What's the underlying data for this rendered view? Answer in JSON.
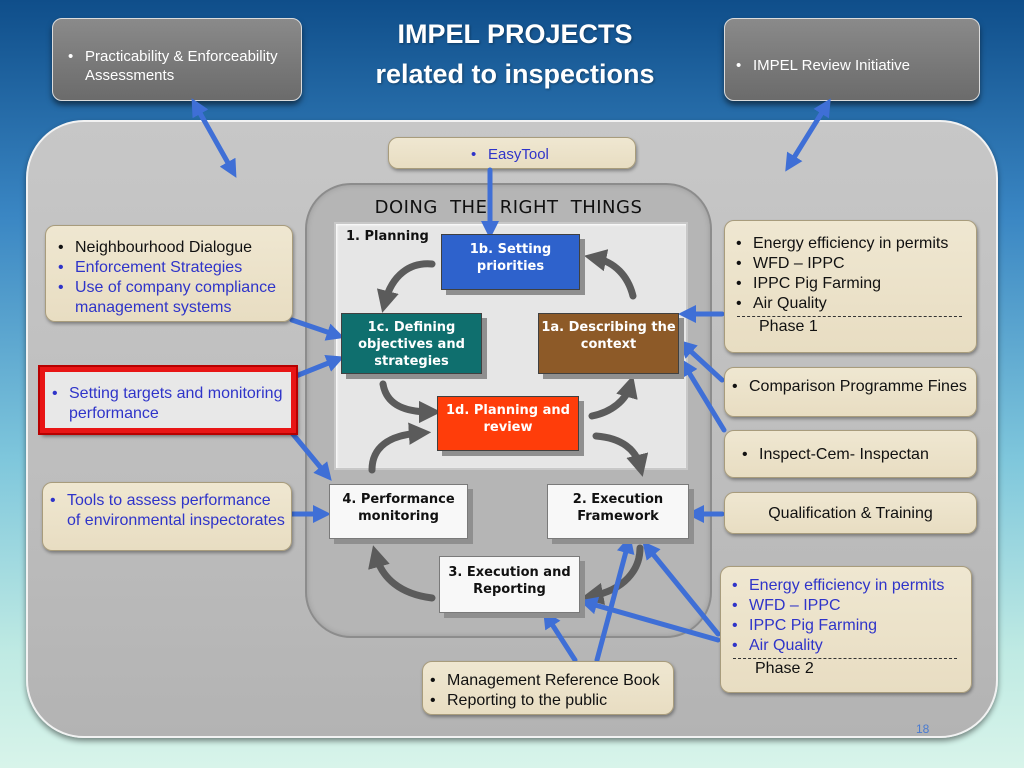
{
  "title": {
    "line1": "IMPEL PROJECTS",
    "line2": "related to inspections"
  },
  "top_left": {
    "items": [
      "Practicability & Enforceability Assessments"
    ]
  },
  "top_right": {
    "items": [
      "IMPEL  Review Initiative"
    ]
  },
  "easytool": {
    "items": [
      "EasyTool"
    ]
  },
  "doing_label": "DOING   THE    RIGHT   THINGS",
  "planning_label": "1. Planning",
  "boxes": {
    "b1b": "1b. Setting priorities",
    "b1c": "1c. Defining objectives and strategies",
    "b1a": "1a. Describing the context",
    "b1d": "1d. Planning and review",
    "b4": "4. Performance monitoring",
    "b2": "2. Execution Framework",
    "b3": "3. Execution and Reporting"
  },
  "left_boxes": {
    "neighbourhood": [
      "Neighbourhood Dialogue",
      "Enforcement  Strategies",
      "Use of company compliance management  systems"
    ],
    "targets": [
      "Setting targets and monitoring performance"
    ],
    "tools": [
      "Tools to assess performance of environmental inspectorates"
    ]
  },
  "right_boxes": {
    "phase1_items": [
      "Energy efficiency in permits",
      "WFD – IPPC",
      "IPPC Pig Farming",
      "Air Quality"
    ],
    "phase1_label": "Phase 1",
    "comparison": [
      "Comparison Programme Fines"
    ],
    "inspect": [
      "Inspect-Cem- Inspectan"
    ],
    "qualification": "Qualification &  Training",
    "phase2_items": [
      "Energy efficiency in permits",
      "WFD – IPPC",
      "IPPC Pig Farming",
      "Air Quality"
    ],
    "phase2_label": "Phase 2"
  },
  "bottom_box": {
    "items": [
      "Management Reference Book",
      "Reporting to the public"
    ]
  },
  "page_number": "18",
  "colors": {
    "box_1b": "#2e62cc",
    "box_1c": "#0f6f6e",
    "box_1a": "#8d5a28",
    "box_1d": "#ff3d0a",
    "link_arrow": "#3f6fd6",
    "cycle_arrow": "#5b5b5b",
    "highlight_frame": "#e81515"
  }
}
